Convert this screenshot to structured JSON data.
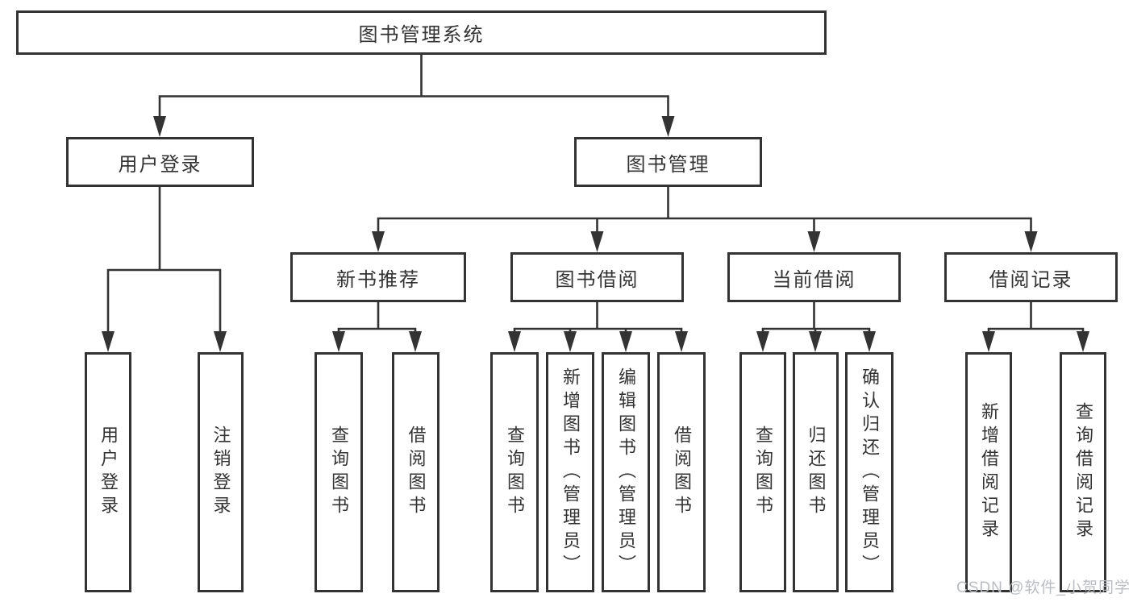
{
  "meta": {
    "watermark": "CSDN @软件_小贺同学"
  },
  "colors": {
    "line": "#333333",
    "box_border": "#333333",
    "text": "#333333",
    "watermark": "#b9bdc1",
    "background": "#ffffff"
  },
  "tree": {
    "root": {
      "label": "图书管理系统"
    },
    "branches": [
      {
        "label": "用户登录",
        "children": [
          {
            "label": "用户登录"
          },
          {
            "label": "注销登录"
          }
        ]
      },
      {
        "label": "图书管理",
        "children": [
          {
            "label": "新书推荐",
            "children": [
              {
                "label": "查询图书"
              },
              {
                "label": "借阅图书"
              }
            ]
          },
          {
            "label": "图书借阅",
            "children": [
              {
                "label": "查询图书"
              },
              {
                "label": "新增图书（管理员）"
              },
              {
                "label": "编辑图书（管理员）"
              },
              {
                "label": "借阅图书"
              }
            ]
          },
          {
            "label": "当前借阅",
            "children": [
              {
                "label": "查询图书"
              },
              {
                "label": "归还图书"
              },
              {
                "label": "确认归还（管理员）"
              }
            ]
          },
          {
            "label": "借阅记录",
            "children": [
              {
                "label": "新增借阅记录"
              },
              {
                "label": "查询借阅记录"
              }
            ]
          }
        ]
      }
    ]
  }
}
